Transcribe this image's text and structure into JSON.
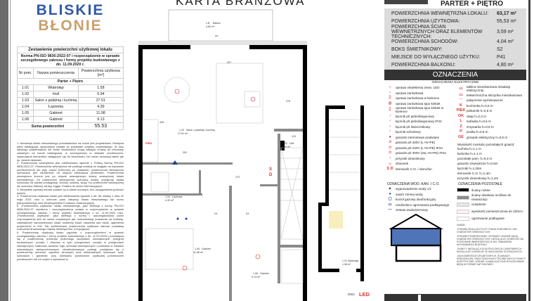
{
  "header": {
    "title": "KARTA BRANŻOWA",
    "level": "PARTER + PIĘTRO"
  },
  "logo": {
    "line1": "BLISKIE",
    "line2": "BŁONIE"
  },
  "table": {
    "title": "Zestawienie powierzchni użytkowej lokalu",
    "norm": "Norma PN-ISO 9836:2022-07 i rozporządzenie w sprawie szczegółowego zakresu i formy projektu budowlanego z dn. 11.09.2020 r.",
    "headers": [
      "Nr pom.",
      "Nazwa pomieszczenia",
      "Powierzchnia użytkowa [m²]"
    ],
    "group": "Parter + Piętro",
    "rows": [
      [
        "1.01",
        "Wiatrołap",
        "1.58"
      ],
      [
        "1.02",
        "Holl",
        "0.94"
      ],
      [
        "1.03",
        "Salon z jadalnią i kuchnią",
        "27.51"
      ],
      [
        "1.04",
        "Łazienka",
        "4.39"
      ],
      [
        "1.05",
        "Gabinet",
        "11.98"
      ],
      [
        "1.06",
        "Gabinet",
        "9.13"
      ]
    ],
    "sum_label": "Suma powierzchni",
    "sum_value": "55.53"
  },
  "notes": [
    "1. Aranżacja lokalu mieszkalnego przedstawiona na rzucie jest przykładowa. Niniejsza karta katalogowa opracowana została na podstawie projektu budowlanego. W toku dalszego projektowania lub zmian lokatorskich mogą nastąpić zmiany do informacji zawartych na karcie katalogowej, w szczególności w układzie pomieszczeń, usytuowania elementów nadających się do demontażu, lub zmian aranżacji takich jak np. ścianki działowe.",
    "2. Powierzchnia wewnętrzna jest zdefiniowana zgodnie z Polską Normą PN-ISO 9836:2022-07. Powierzchnia wewnętrzna nie podlega redukcji ze względu na wysokość pomieszczenia lub jego części (mierzona po podłodze), powierzchnia wewnętrzna sumowana jest niezależnie od stopnia zamknięcia (antresole). Powierzchnia wewnętrzna liczona jest po obrysie wewnętrznym ściany zewnętrznej lokalu mieszkalnego. Do powierzchni wewnętrznej wchodzą: ściany, przegrody, klatka schodowa na każdej kondygnacji, kominy, szachty, słupy. Do powierzchni wewnętrznej nie wchodzą: balkony, tarasy, loggie. Podana do celów informacyjnych.",
    "3. Wszystkie wymiary liniowe podane są w stanie surowym, bez uwzględnienia grubości tynków.",
    "4. Powierzchnia użytkowa lokalu jest zdefiniowana zgodnie z art. 5a ustawy z dnia 20 maja 2021 roku o ochronie praw nabywcy lokalu mieszkalnego lub domu jednorodzinnego oraz Deweloperskim Funduszu Gwarancyjnym.",
    "5. „Powierzchnia użytkowa” lokalu mieszkalnego, jako definicja z normy PN-ISO 9836:2022-07 określona i uszczegółowiona zostało w rozporządzeniu w sprawie szczegółowego zakresu i formy projektu budowlanego z dn. 11.09.2020 roku. „Powierzchnia użytkowa”, jako definicja z normy i uszczegółowiona przez rozporządzenie jest do celów urzędowych jak: dokumentacji powołania na budowę, zaświadczeń samodzielności lokali, ewidencji lokali, założenia kart lokali, ujawnienia powierzchni w KW. Tak zdefiniowana powierzchnia użytkowa stanowi podstawę rozliczenia finansowego między deweloperem, a kupującym.",
    "6. Powierzchnię użytkową lokalu (zgodnie z rozporządzeniem w sprawie szczegółowego zakresu i formy projektu budowlanego z dn. 11.09.2020r.) pomniejsza się o powierzchnię przekroju poziomego wszystkich wewnętrznych przegród budowlanych, przejść i otworów w tych przegrodach, przejść w przegrodach zewnętrznych, balkonów, tarasów, logii, schodów wewnętrznych i podestów w lokalach mieszkalnych wielopoziomowych, niezabudowanych podłogi, powiększa się o powierzchnię antresoli, ogrodów zimowych oraz wbudowanych ściennych szaf, schowków i garderób; przy określaniu powierzchni użytkowej pomieszczeń pomieszczeń lub ich części o wysokości w"
  ],
  "plan": {
    "rooms": [
      {
        "no": "1.B",
        "name": "Balkon",
        "area": "4.80 m²"
      },
      {
        "no": "1.03",
        "name": "Salon z jadalnią i kuchnią",
        "area": "27.51 m²"
      },
      {
        "no": "1.02",
        "name": "Holl",
        "area": "0.94 m²"
      },
      {
        "no": "1.04",
        "name": "Łazienka",
        "area": "4.39 m²"
      },
      {
        "no": "1.05",
        "name": "Gabinet",
        "area": "11.98 m²"
      },
      {
        "no": "1.06",
        "name": "Gabinet",
        "area": "9.13 m²"
      },
      {
        "no": "1.01",
        "name": "Wiatrołap",
        "area": "1.58 m²"
      }
    ],
    "dims": [
      "427",
      "428",
      "278",
      "202",
      "273",
      "124",
      "213",
      "225",
      "262",
      "273",
      "124"
    ],
    "door_labels": [
      "D1",
      "D1",
      "DW1"
    ],
    "symbols": {
      "ok": "OK",
      "piek": "PIEK",
      "s": "S",
      "d": "D",
      "led": "LED"
    }
  },
  "areas": [
    {
      "label": "POWIERZCHNIA WEWNĘTRZNA LOKALU:",
      "value": "63,17 m²",
      "bold": true
    },
    {
      "label": "POWIERZCHNIA UŻYTKOWA:",
      "value": "55,53 m²"
    },
    {
      "label": "POWIERZCHNIA ŚCIAN WEWNĘTRZNYCH ORAZ ELEMENTÓW TECHNICZNYCH:",
      "value": "3,59 m²"
    },
    {
      "label": "POWIERZCHNIA SCHODÓW:",
      "value": "4,04 m²"
    },
    {
      "label": "BOKS ŚMIETNIKOWY:",
      "value": "S2"
    },
    {
      "label": "MIEJSCE DO WYŁĄCZNEGO UŻYTKU:",
      "value": "P41"
    },
    {
      "label": "POWIERZCHNIA BALKONU:",
      "value": "4,80 m²"
    }
  ],
  "legend": {
    "title": "OZNACZENIA",
    "electric_title": "OZNACZENIA ELEKTRYCZNE",
    "electric_left": [
      {
        "icon": "☼",
        "text": "oprawa oświetlenia zewn. LED"
      },
      {
        "icon": "○",
        "text": "oprawa żarówkowa"
      },
      {
        "icon": "⌶",
        "text": "oprawa żarówkowa w łazience"
      },
      {
        "icon": "◎",
        "text": "oprawa żarówkowa typu kinkiet"
      },
      {
        "icon": "⌶",
        "text": "oprawa żarówkowa typu kinkiet w łazience"
      },
      {
        "icon": "♂",
        "text": "łącznik p/t jednobiegunowy"
      },
      {
        "icon": "♂",
        "text": "łącznik p/t jednobiegunowy IP44"
      },
      {
        "icon": "♂",
        "text": "łącznik p/t świecznikowy"
      },
      {
        "icon": "♂",
        "text": "łącznik schodowy"
      },
      {
        "icon": "●",
        "text": "gniazdo internetowe podwójne"
      },
      {
        "icon": "⊃",
        "text": "gniazdo p/t 230V (L+N+PE)"
      },
      {
        "icon": "⊃",
        "text": "gniazdo p/t 230V (L+N+PE) IP44"
      },
      {
        "icon": "⊃",
        "text": "gniazdo p/t 400V (3xL+N+PE) IP44"
      },
      {
        "icon": "○",
        "text": "przycisk dzwonkowy"
      },
      {
        "icon": "◡",
        "text": "dzwonek"
      },
      {
        "icon": "S D",
        "text": "sterownik C.O. / domofon"
      }
    ],
    "electric_right": [
      {
        "icon": "▭",
        "text": "tablica mieszkaniowa instalacji elektrycznej"
      },
      {
        "icon": "▭",
        "text": "teletechniczna skrzynka mieszkaniowa"
      },
      {
        "icon": "⋯",
        "text": "połączenie wyrównawcze"
      },
      {
        "icon": "K",
        "text": "kuchenka h=0,5 m"
      },
      {
        "icon": "PIEK",
        "text": "piekarnik h=0,5 m"
      },
      {
        "icon": "OK",
        "text": "okap h=2,3 m"
      },
      {
        "icon": "L",
        "text": "lodówka h=0,5 m"
      },
      {
        "icon": "Z",
        "text": "zmywarka h=0,5 m"
      },
      {
        "icon": "P",
        "text": "pralka h=0,5 m"
      },
      {
        "icon": "GE",
        "text": "grzejnik elektryczny h=0,8 m"
      }
    ],
    "heights_title": "Wysokość montażu pozostałych gniazd:",
    "heights": [
      "kuchnia h=1,1 m",
      "łazienka h=1,1 m",
      "pozostałe pom. h=0,3 m",
      "gniazdo zewnętrzne h=0,5m",
      "łączniki h=1,25m",
      "sterownik C.O. h=1,4m",
      "przycisk dzwonkowy h=1,4m"
    ],
    "water_title": "OZNACZENIA WOD.-KAN. I C.O.",
    "water": [
      {
        "icon": "▲",
        "text": "wyprowadzenie wody c/z"
      },
      {
        "icon": "●",
        "text": "zawór zimnej wody"
      },
      {
        "icon": "▢",
        "text": "kocioł gazowy dwufunkcyjny"
      },
      {
        "icon": "▭",
        "text": "rozdzielacz ogrzewania podłogowego"
      },
      {
        "icon": "—",
        "text": "zestaw wodomierzowy"
      }
    ],
    "other_title": "OZNACZENIA POZOSTAŁE",
    "other": [
      {
        "color": "#000000",
        "text": "ściany nośne"
      },
      {
        "color": "#8a8a8a",
        "text": "ściany działowe możliwe do rearanżacji"
      },
      {
        "color": "#e6e6e6",
        "text": "ocieplenie"
      },
      {
        "color": "#fdf2f2",
        "text": "wysokość pomieszczenia do 220cm"
      },
      {
        "color": "#ffffff",
        "text": "ogrzewanie podłogowe"
      }
    ],
    "disclaimer": [
      "UWAGI:",
      "-PODANA SKALA DOTYCZY STANU SUROWEGO I MA CHARAKTER ORIENTACYJNY",
      "-PODANE POWIERZCHNIE I WYMIARY LINIOWE MAJĄ CHARAKTER ORIENTACYJNY I MOGĄ ULEC KOREKCIE NA PODSTAWIE INWENTARYZACJI WG. OBMIARÓW WYKONANEGO BUDYNKU",
      "-PUNKTY INSTALACJI ELEKTRYCZNYCH I SANITARNYCH MOGĄ ULEC KOREKCIE ZE WZGLĘDÓW TECHNICZNYCH",
      "-NA ELEMENTACH ŻELBETOWYCH, ŚCIANACH KRĘGOSŁUPA, ORAZ SZACHTACH TECHNICZNYCH PUNKTY ELEKTRYCZNE, WODNE I KANALIZACYJNE WYKONYWANE BĘDĄ W FORMIE NATYNKOWEJ"
    ]
  },
  "colors": {
    "brand_blue": "#2f5aa6",
    "brand_gold": "#c9a06e",
    "accent_red": "#d33333",
    "dark": "#333333",
    "area_bg": "#dcdcdc",
    "floor_blue": "#4f74b8"
  }
}
